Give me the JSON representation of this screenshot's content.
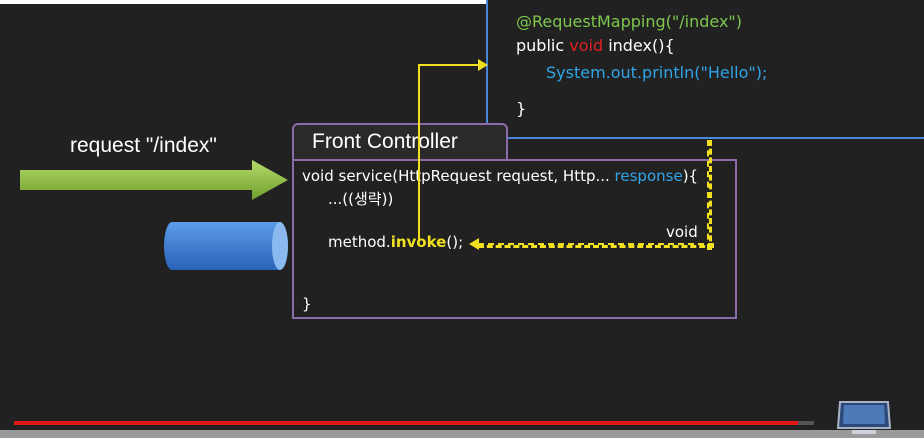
{
  "code": {
    "annotation": "@RequestMapping(\"/index\")",
    "signature_public": "public",
    "signature_void": "void",
    "signature_rest": "index(){",
    "println": "System.out.println(\"Hello\");",
    "close_brace": "}"
  },
  "request_label": "request \"/index\"",
  "front_controller": {
    "title": "Front Controller",
    "line1_prefix": "void service(HttpRequest request, Http... ",
    "line1_response": "response",
    "line1_suffix": "){",
    "line2": "...((생략))",
    "line3_prefix": "method.",
    "line3_invoke": "invoke",
    "line3_suffix": "();",
    "return_label": "void",
    "close_brace": "}"
  },
  "progress": {
    "played_fraction": 0.98
  },
  "colors": {
    "annotation": "#7ec84e",
    "void_keyword": "#e02020",
    "println": "#2fa5e8",
    "invoke": "#f0e020",
    "frame": "#8a6da8",
    "code_border": "#4a86d8",
    "arrow": "#8dc63f",
    "progress": "#e01818"
  },
  "icons": [
    "tv-icon"
  ]
}
